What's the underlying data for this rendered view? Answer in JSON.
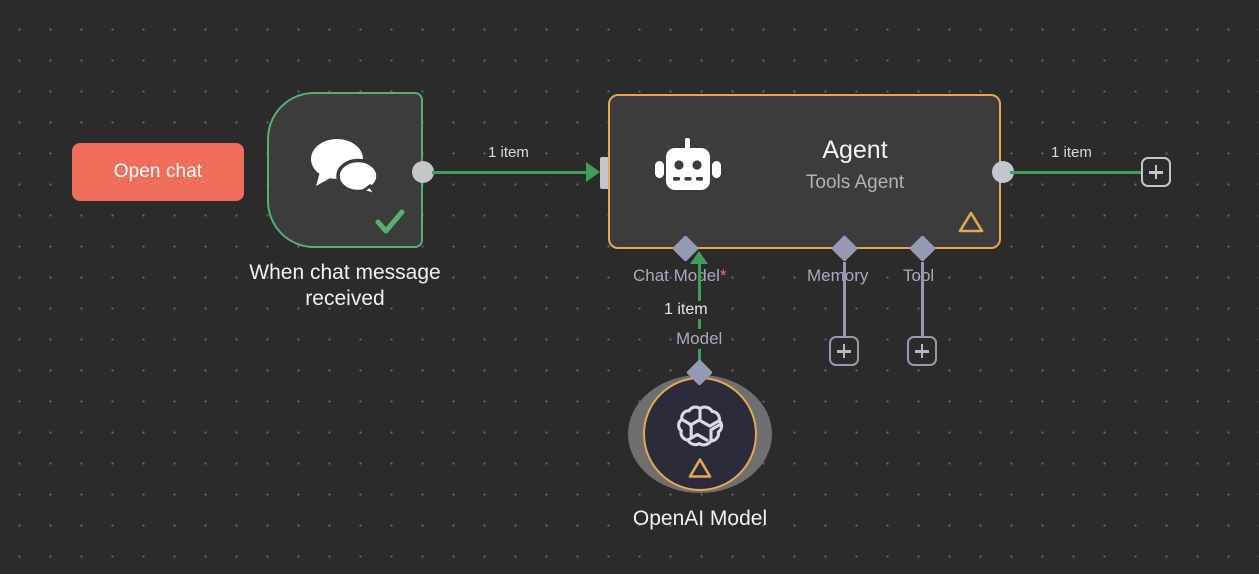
{
  "canvas": {
    "background_color": "#2b2b2b",
    "grid_dot_color": "#6a6a6a"
  },
  "open_chat": {
    "label": "Open chat",
    "color": "#ef6f5c"
  },
  "trigger_node": {
    "label_line1": "When chat message",
    "label_line2": "received",
    "label": "When chat message received",
    "icon": "chat-bubbles-icon",
    "status_icon": "check-icon",
    "border_color": "#57b071"
  },
  "agent_node": {
    "title": "Agent",
    "subtitle": "Tools Agent",
    "icon": "robot-icon",
    "warning_icon": "warning-triangle-icon",
    "border_color": "#e4a853",
    "sub_connectors": [
      {
        "name": "chat-model",
        "label": "Chat Model",
        "required_marker": "*",
        "required": true
      },
      {
        "name": "memory",
        "label": "Memory",
        "required_marker": "",
        "required": false
      },
      {
        "name": "tool",
        "label": "Tool",
        "required_marker": "",
        "required": false
      }
    ]
  },
  "connections": {
    "trigger_to_agent_label": "1 item",
    "agent_to_output_label": "1 item",
    "model_to_agent_items_label": "1 item",
    "model_to_agent_type_label": "Model",
    "line_color": "#3f9e58"
  },
  "openai_node": {
    "label": "OpenAI Model",
    "icon": "openai-logo-icon",
    "warning_icon": "warning-triangle-icon",
    "border_color": "#e4a853"
  },
  "add_buttons": {
    "output": "plus-icon",
    "memory": "plus-icon",
    "tool": "plus-icon"
  }
}
